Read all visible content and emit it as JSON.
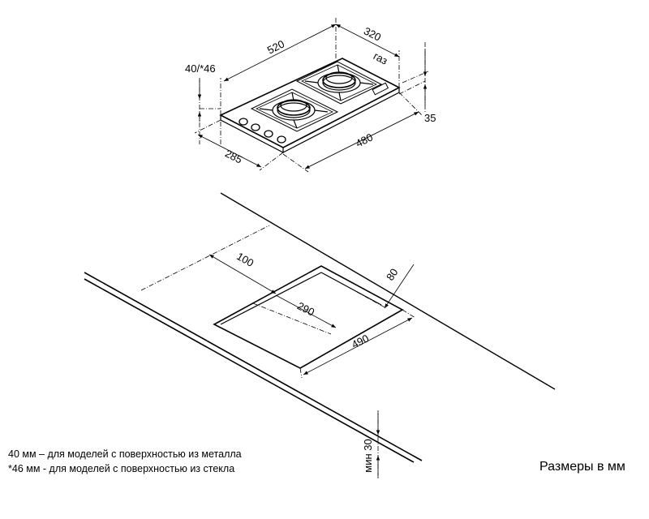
{
  "hob_dims": {
    "width_top": "520",
    "depth_right": "320",
    "height_left": "40/*46",
    "height_right": "35",
    "depth_bottom": "285",
    "width_bottom": "480",
    "gas_label": "газ"
  },
  "cutout_dims": {
    "front_margin": "100",
    "back_margin": "80",
    "cutout_depth": "290",
    "cutout_width": "490",
    "min_thickness": "мин 30"
  },
  "notes": {
    "line1": "40 мм – для моделей с поверхностью из металла",
    "line2": "*46 мм - для моделей с поверхностью из стекла"
  },
  "units_label": "Размеры в мм"
}
